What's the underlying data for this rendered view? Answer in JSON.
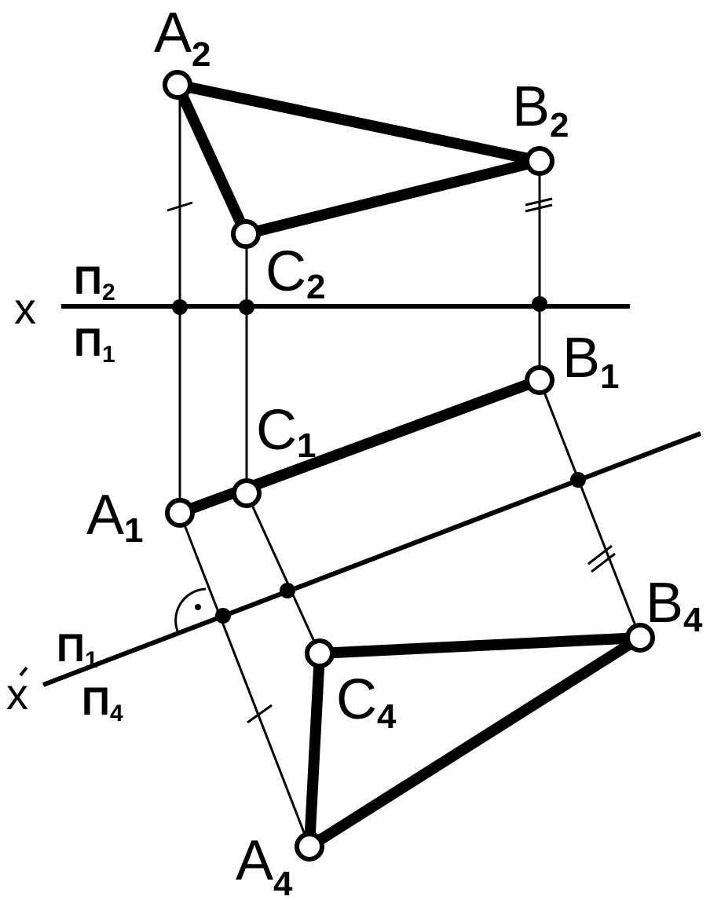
{
  "labels": {
    "A2": {
      "main": "A",
      "sub": "2"
    },
    "B2": {
      "main": "B",
      "sub": "2"
    },
    "C2": {
      "main": "C",
      "sub": "2"
    },
    "A1": {
      "main": "A",
      "sub": "1"
    },
    "B1": {
      "main": "B",
      "sub": "1"
    },
    "C1": {
      "main": "C",
      "sub": "1"
    },
    "A4": {
      "main": "A",
      "sub": "4"
    },
    "B4": {
      "main": "B",
      "sub": "4"
    },
    "C4": {
      "main": "C",
      "sub": "4"
    }
  },
  "axis_x": {
    "name": "x",
    "upper": {
      "main": "П",
      "sub": "2"
    },
    "lower": {
      "main": "П",
      "sub": "1"
    }
  },
  "axis_x1": {
    "name": "x",
    "upper": {
      "main": "П",
      "sub": "1"
    },
    "lower": {
      "main": "П",
      "sub": "4"
    }
  },
  "right_angle_mark": "·"
}
